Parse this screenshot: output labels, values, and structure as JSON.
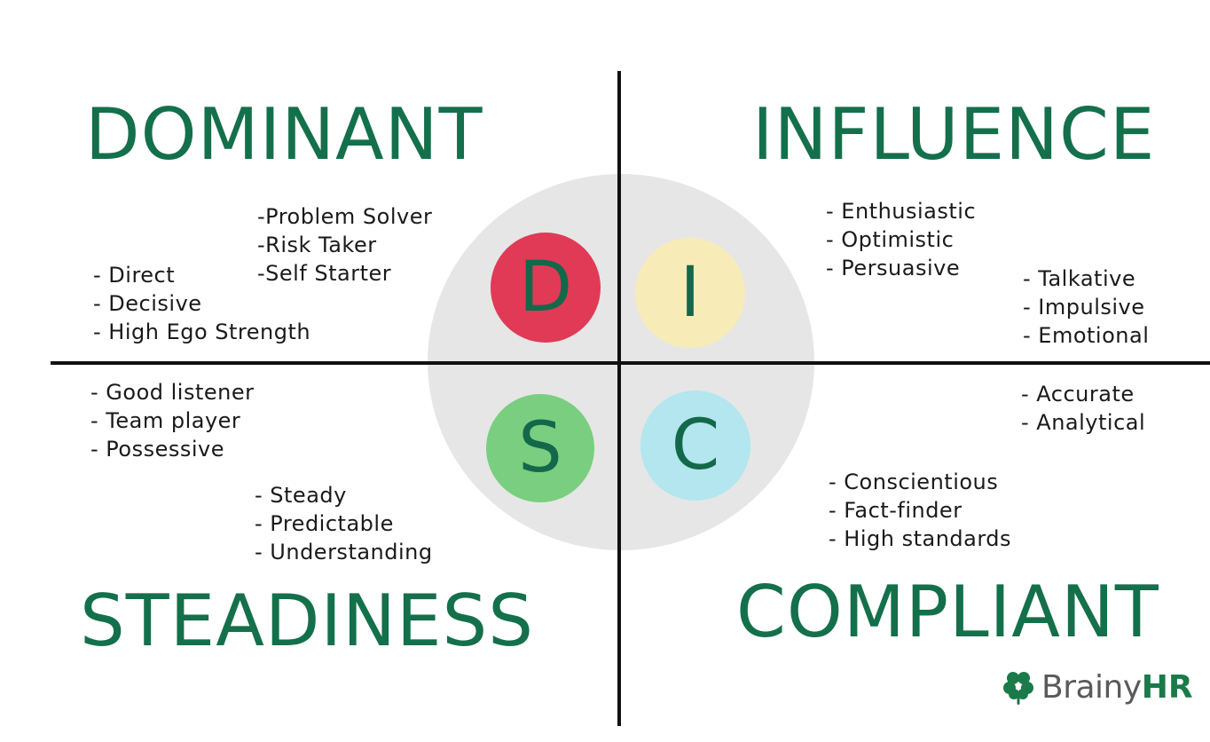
{
  "colors": {
    "title_green": "#13704b",
    "d": "#e03a57",
    "i": "#f7ecb7",
    "s": "#79cf7f",
    "c": "#b3e6ee",
    "center_gray": "#e6e6e6"
  },
  "quadrants": {
    "dominant": {
      "title": "DOMINANT",
      "letter": "D",
      "list_a": [
        "-Problem Solver",
        "-Risk Taker",
        "-Self Starter"
      ],
      "list_b": [
        "- Direct",
        "- Decisive",
        "- High Ego Strength"
      ]
    },
    "influence": {
      "title": "INFLUENCE",
      "letter": "I",
      "list_a": [
        "- Enthusiastic",
        "- Optimistic",
        "- Persuasive"
      ],
      "list_b": [
        "- Talkative",
        "- Impulsive",
        "- Emotional"
      ]
    },
    "steadiness": {
      "title": "STEADINESS",
      "letter": "S",
      "list_a": [
        "- Good listener",
        "- Team player",
        "- Possessive"
      ],
      "list_b": [
        "- Steady",
        "- Predictable",
        "- Understanding"
      ]
    },
    "compliant": {
      "title": "COMPLIANT",
      "letter": "C",
      "list_a": [
        "- Accurate",
        "- Analytical"
      ],
      "list_b": [
        "- Conscientious",
        "- Fact-finder",
        "- High standards"
      ]
    }
  },
  "logo": {
    "brand": "Brainy",
    "suffix": "HR",
    "icon": "clover-icon"
  }
}
